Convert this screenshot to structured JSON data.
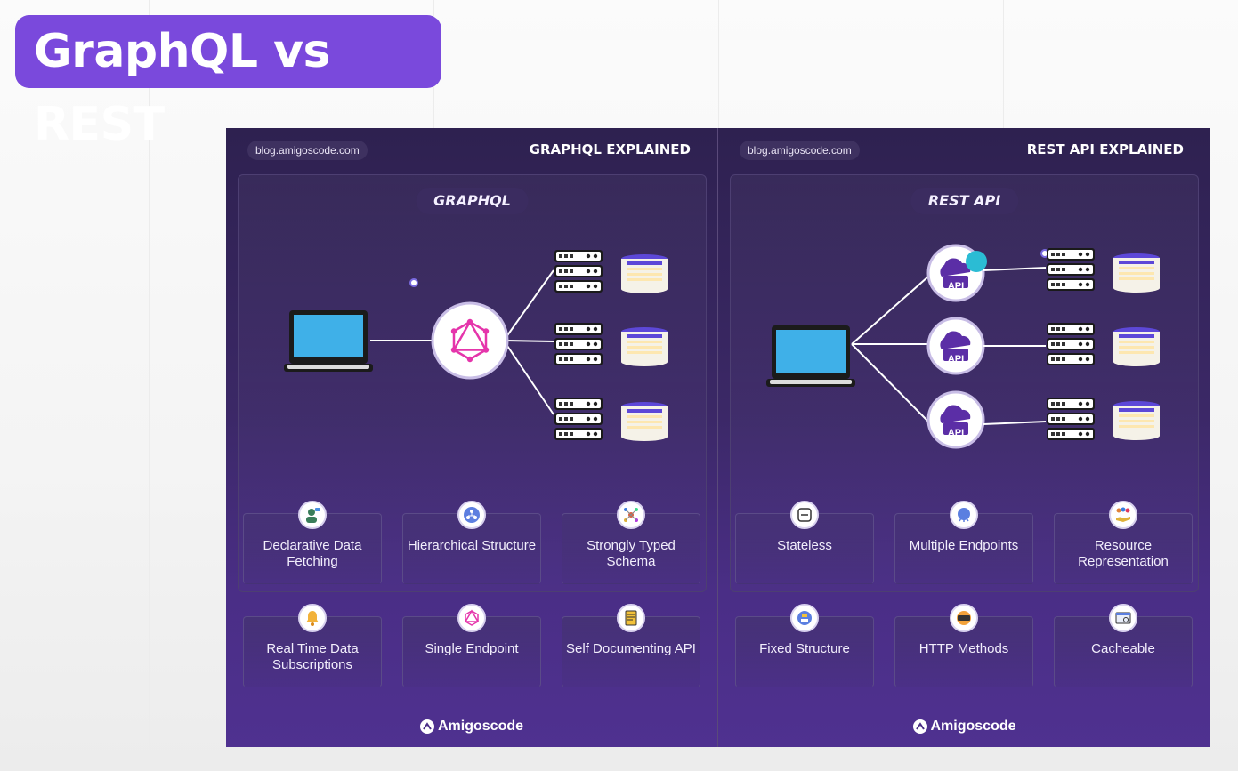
{
  "title": "GraphQL vs REST",
  "colors": {
    "accent": "#7a49dc",
    "panel": "#3b2866",
    "graphql": "#e535ab",
    "api": "#5b2ea6"
  },
  "left": {
    "blog": "blog.amigoscode.com",
    "heading": "GRAPHQL EXPLAINED",
    "label": "GRAPHQL",
    "diagram": {
      "client": "laptop-icon",
      "hub": "graphql-logo-icon",
      "servers": 3,
      "databases": 3
    },
    "cards": [
      {
        "icon": "user-chat-icon",
        "text": "Declarative Data Fetching"
      },
      {
        "icon": "hierarchy-icon",
        "text": "Hierarchical Structure"
      },
      {
        "icon": "network-icon",
        "text": "Strongly Typed Schema"
      },
      {
        "icon": "bell-icon",
        "text": "Real Time Data Subscriptions"
      },
      {
        "icon": "graphql-icon",
        "text": "Single Endpoint"
      },
      {
        "icon": "document-icon",
        "text": "Self Documenting API"
      }
    ],
    "brand": "Amigoscode"
  },
  "right": {
    "blog": "blog.amigoscode.com",
    "heading": "REST API EXPLAINED",
    "label": "REST API",
    "diagram": {
      "client": "laptop-icon",
      "api_label": "API",
      "servers": 3,
      "databases": 3
    },
    "cards": [
      {
        "icon": "stateless-icon",
        "text": "Stateless"
      },
      {
        "icon": "api-cloud-icon",
        "text": "Multiple Endpoints"
      },
      {
        "icon": "people-hand-icon",
        "text": "Resource Representation"
      },
      {
        "icon": "structure-icon",
        "text": "Fixed Structure"
      },
      {
        "icon": "http-icon",
        "text": "HTTP Methods"
      },
      {
        "icon": "browser-cache-icon",
        "text": "Cacheable"
      }
    ],
    "brand": "Amigoscode"
  }
}
